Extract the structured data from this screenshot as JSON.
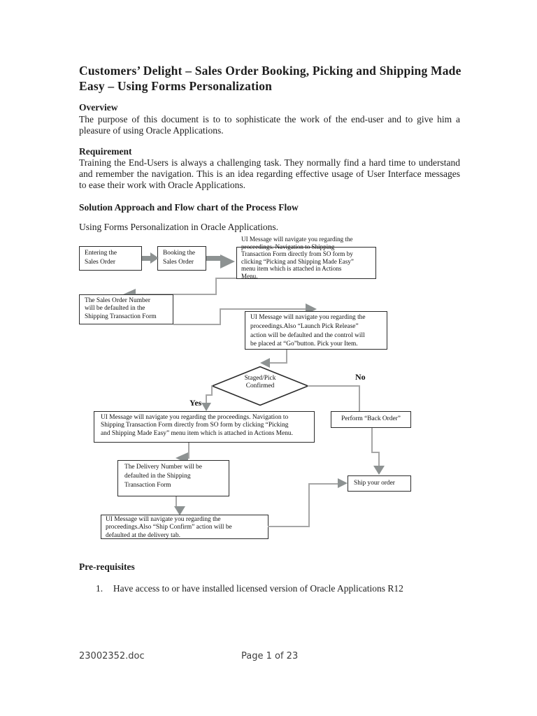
{
  "doc": {
    "title": "Customers’ Delight – Sales Order Booking, Picking and Shipping Made Easy – Using Forms Personalization",
    "overview_heading": "Overview",
    "overview_body": "The purpose of this document is to to sophisticate the work of the end-user and to give him a pleasure of using Oracle Applications.",
    "requirement_heading": "Requirement",
    "requirement_body": "Training the End-Users is always a challenging task. They normally find a hard time to understand and remember the navigation. This is an idea regarding effective usage of User Interface messages to ease their work with Oracle Applications.",
    "solution_heading": "Solution Approach and Flow chart of the Process Flow",
    "solution_intro": "Using Forms Personalization in Oracle Applications.",
    "prereq_heading": "Pre-requisites",
    "prereq_number": "1.",
    "prereq_text": "Have access to or have installed licensed version of Oracle Applications R12",
    "footer_filename": "23002352.doc",
    "footer_page": "Page 1 of 23"
  },
  "flow": {
    "entering": "Entering the\nSales Order",
    "booking": "Booking the\nSales Order",
    "ui_msg_1": "UI Message will navigate you regarding the\nproceedings. Navigation to Shipping\nTransaction Form directly from SO form by\nclicking “Picking and Shipping Made Easy”\nmenu item which is attached in Actions\nMenu.",
    "sales_order_number": "The Sales Order Number\nwill be defaulted in the\nShipping Transaction Form",
    "ui_msg_2": "UI Message will navigate you regarding the\nproceedings.Also “Launch Pick Release”\naction will be defaulted and the control will\nbe placed at “Go”button. Pick your Item.",
    "decision": "Staged/Pick\nConfirmed",
    "no_label": "No",
    "yes_label": "Yes",
    "back_order": "Perform “Back Order”",
    "ui_msg_3": "UI Message will navigate you regarding the proceedings. Navigation to\nShipping Transaction Form directly from SO form by clicking “Picking\nand Shipping Made Easy” menu item which is attached in Actions Menu.",
    "delivery_number": "The Delivery Number will be\ndefaulted in the  Shipping\nTransaction Form",
    "ship_order": "Ship your order",
    "ui_msg_4": "UI Message will navigate you regarding the\nproceedings.Also “Ship Confirm” action will be\ndefaulted at the delivery tab."
  },
  "colors": {
    "connector": "#a6a6a6",
    "arrow": "#8d9292",
    "box_border": "#2b2b2b"
  }
}
